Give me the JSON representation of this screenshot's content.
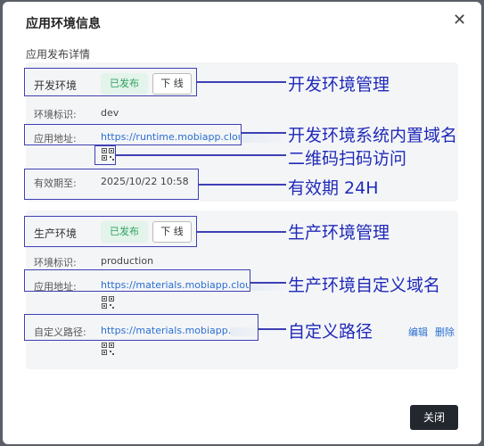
{
  "dialog": {
    "title": "应用环境信息",
    "close_icon": "close-icon",
    "close_button": "关闭"
  },
  "section": {
    "label": "应用发布详情"
  },
  "dev": {
    "env_name": "开发环境",
    "status": "已发布",
    "offline_button": "下 线",
    "env_key_label": "环境标识:",
    "env_key_value": "dev",
    "address_label": "应用地址:",
    "address_value": "https://runtime.mobiapp.cloud",
    "expiry_label": "有效期至:",
    "expiry_value": "2025/10/22 10:58"
  },
  "prod": {
    "env_name": "生产环境",
    "status": "已发布",
    "offline_button": "下 线",
    "env_key_label": "环境标识:",
    "env_key_value": "production",
    "address_label": "应用地址:",
    "address_value": "https://materials.mobiapp.cloud/",
    "custom_domain_label": "自定义路径:",
    "custom_domain_value": "https://materials.mobiapp.cl",
    "edit_label": "编辑",
    "delete_label": "删除"
  },
  "annotations": {
    "dev_env": "开发环境管理",
    "dev_domain": "开发环境系统内置域名",
    "qr_access": "二维码扫码访问",
    "expiry": "有效期 24H",
    "prod_env": "生产环境管理",
    "prod_domain": "生产环境自定义域名",
    "custom_path": "自定义路径"
  },
  "colors": {
    "accent": "#2a6fd1",
    "annotation": "#1f2ab8",
    "badge_bg": "#e3f4ea",
    "badge_text": "#2e9f5f",
    "close_bg": "#23272e"
  }
}
